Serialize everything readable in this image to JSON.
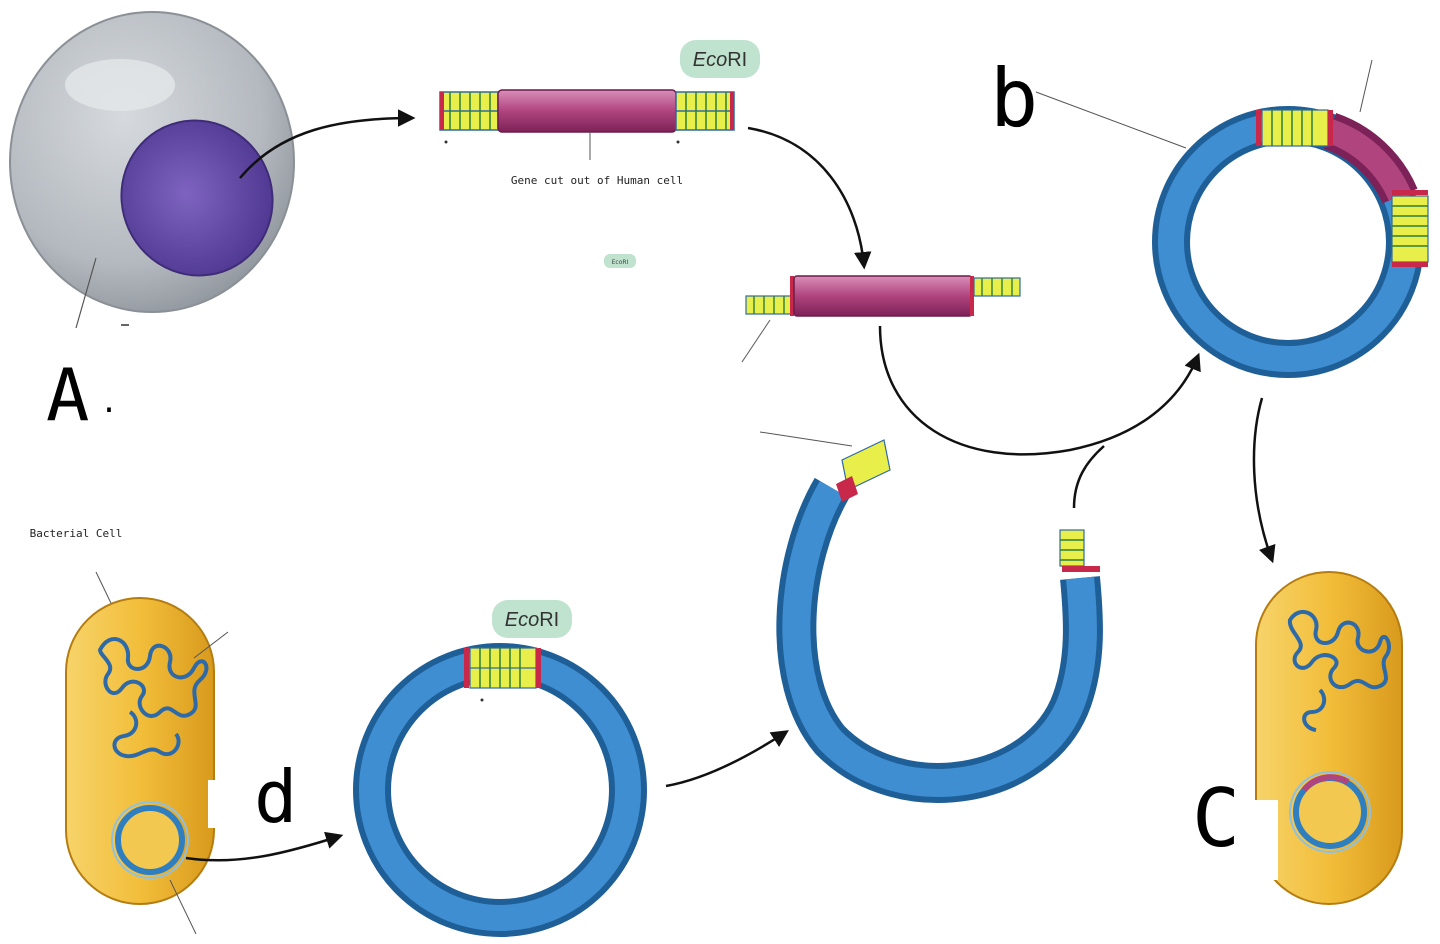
{
  "labels": {
    "enzyme_top": "EcoRI",
    "enzyme_top_italic": "Eco",
    "enzyme_top_roman": "RI",
    "enzyme_small": "EcoRI",
    "enzyme_bottom_italic": "Eco",
    "enzyme_bottom_roman": "RI",
    "gene_caption": "Gene cut out of Human cell",
    "bacterial_cell": "Bacterial Cell",
    "letter_a": "A",
    "letter_a_dot": ".",
    "letter_b": "b",
    "letter_c": "C",
    "letter_d": "d"
  },
  "colors": {
    "plasmid_blue": "#2f7fc0",
    "gene_magenta": "#a0306e",
    "sticky_yellow": "#e8ee4a",
    "bacterium_yellow": "#f0b830",
    "cell_gray": "#b9bec4",
    "nucleus_purple": "#6a4ea8",
    "enzyme_badge": "#bfe3cf"
  }
}
